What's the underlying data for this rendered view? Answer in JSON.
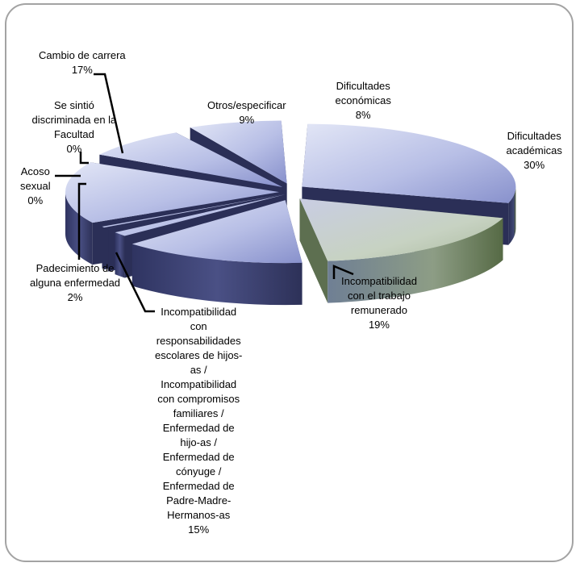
{
  "chart_data": {
    "type": "pie",
    "title": "",
    "slices": [
      {
        "label": "Dificultades académicas",
        "value": 30,
        "label_lines": [
          "Dificultades",
          "académicas"
        ],
        "value_label": "30%"
      },
      {
        "label": "Incompatibilidad con el trabajo remunerado",
        "value": 19,
        "label_lines": [
          "Incompatibilidad",
          "con el trabajo",
          "remunerado"
        ],
        "value_label": "19%"
      },
      {
        "label": "Incompatibilidad con responsabilidades escolares de hijos-as / Incompatibilidad con compromisos familiares / Enfermedad de hijo-as / Enfermedad de cónyuge / Enfermedad de Padre-Madre-Hermanos-as",
        "value": 15,
        "label_lines": [
          "Incompatibilidad",
          "con",
          "responsabilidades",
          "escolares de hijos-",
          "as /",
          "Incompatibilidad",
          "con compromisos",
          "familiares /",
          "Enfermedad de",
          "hijo-as /",
          "Enfermedad de",
          "cónyuge /",
          "Enfermedad de",
          "Padre-Madre-",
          "Hermanos-as"
        ],
        "value_label": "15%"
      },
      {
        "label": "Padecimiento de alguna enfermedad",
        "value": 2,
        "label_lines": [
          "Padecimiento de",
          "alguna enfermedad"
        ],
        "value_label": "2%"
      },
      {
        "label": "Acoso sexual",
        "value": 0,
        "label_lines": [
          "Acoso",
          "sexual"
        ],
        "value_label": "0%"
      },
      {
        "label": "Se sintió discriminada en la Facultad",
        "value": 0,
        "label_lines": [
          "Se sintió",
          "discriminada en la",
          "Facultad"
        ],
        "value_label": "0%"
      },
      {
        "label": "Cambio de carrera",
        "value": 17,
        "label_lines": [
          "Cambio de carrera"
        ],
        "value_label": "17%"
      },
      {
        "label": "Otros/especificar",
        "value": 9,
        "label_lines": [
          "Otros/especificar"
        ],
        "value_label": "9%"
      },
      {
        "label": "Dificultades económicas",
        "value": 8,
        "label_lines": [
          "Dificultades",
          "económicas"
        ],
        "value_label": "8%"
      }
    ],
    "exploded": true,
    "style": "3d",
    "colors": {
      "top_light": "#d8dcf0",
      "top_mid": "#b8bfe6",
      "top_dark": "#7f89c7",
      "side": "#3a3f6b",
      "side_dark": "#262a4c",
      "green_light": "#d6e0d0",
      "green_dark": "#4a5c3a",
      "leader": "#000000",
      "frame": "#a3a3a3"
    }
  }
}
